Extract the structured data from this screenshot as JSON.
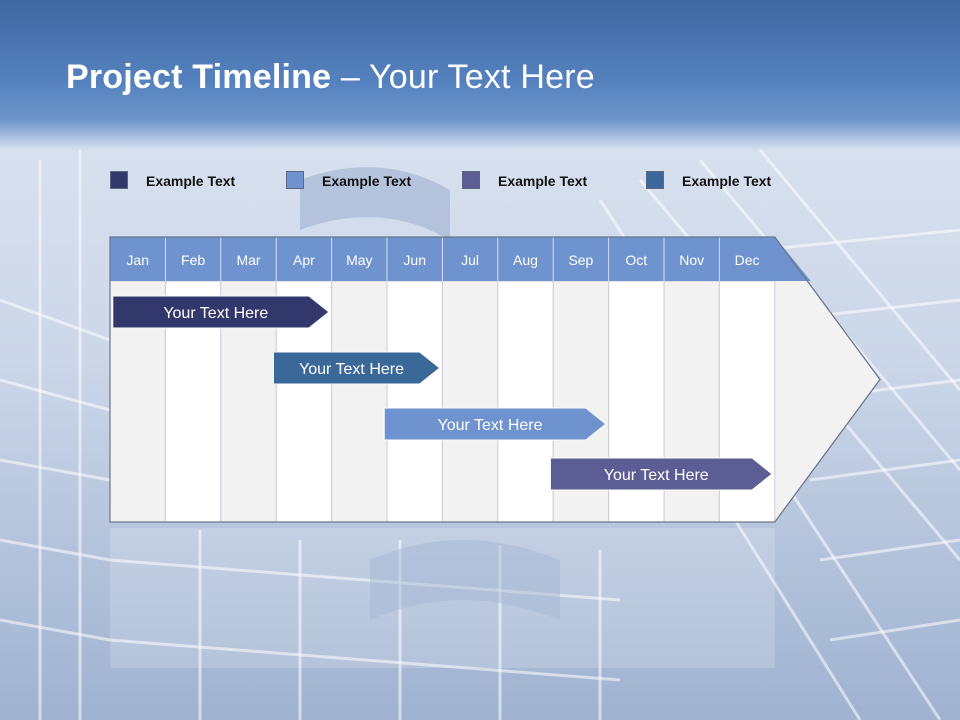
{
  "slide": {
    "title_bold": "Project Timeline",
    "title_rest": " – Your Text Here"
  },
  "legend": [
    {
      "label": "Example Text",
      "color": "#33386c"
    },
    {
      "label": "Example Text",
      "color": "#6f93cf"
    },
    {
      "label": "Example Text",
      "color": "#5c5d94"
    },
    {
      "label": "Example Text",
      "color": "#3a6898"
    }
  ],
  "timeline": {
    "months": [
      "Jan",
      "Feb",
      "Mar",
      "Apr",
      "May",
      "Jun",
      "Jul",
      "Aug",
      "Sep",
      "Oct",
      "Nov",
      "Dec"
    ],
    "header_color": "#6f93cf",
    "column_colors": [
      "#f2f2f2",
      "#ffffff"
    ],
    "tasks": [
      {
        "label": "Your  Text Here",
        "color": "#33386c",
        "start_month": 0.05,
        "end_month": 3.95
      },
      {
        "label": "Your  Text Here",
        "color": "#3a6898",
        "start_month": 2.95,
        "end_month": 5.95
      },
      {
        "label": "Your  Text Here",
        "color": "#6f93cf",
        "start_month": 4.95,
        "end_month": 8.95
      },
      {
        "label": "Your  Text Here",
        "color": "#5c5d94",
        "start_month": 7.95,
        "end_month": 11.95
      }
    ]
  }
}
